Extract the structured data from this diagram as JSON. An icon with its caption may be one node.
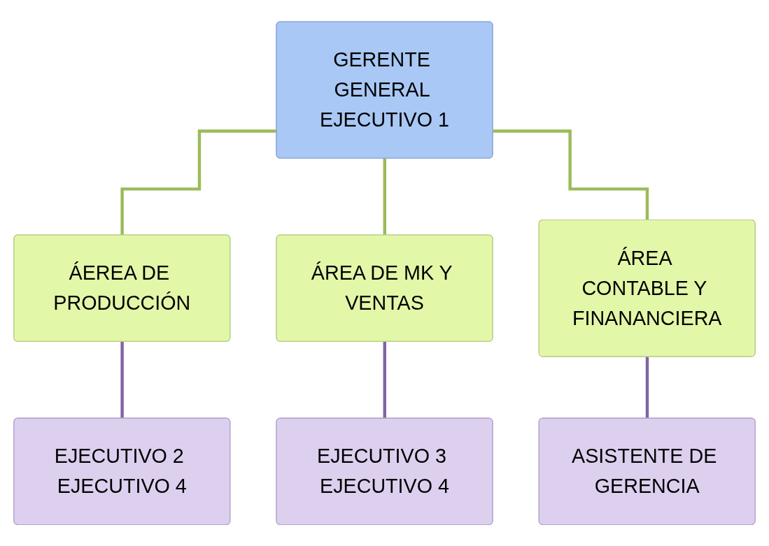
{
  "diagram": {
    "nodes": [
      {
        "text": [
          "GERENTE GENERAL EJECUTIVO 1"
        ]
      },
      {
        "text": [
          "ÁEREA DE PRODUCCIÓN"
        ]
      },
      {
        "text": [
          "ÁREA DE MK Y VENTAS"
        ]
      },
      {
        "text": [
          "ÁREA CONTABLE Y FINANANCIERA"
        ]
      },
      {
        "text": [
          "EJECUTIVO 2 EJECUTIVO 4"
        ]
      },
      {
        "text": [
          "EJECUTIVO 3 EJECUTIVO 4"
        ]
      },
      {
        "text": [
          "ASISTENTE DE GERENCIA"
        ]
      }
    ],
    "edges": [
      {
        "from": 0,
        "to": 1,
        "arrow": "none",
        "color": "#9bbb59"
      },
      {
        "from": 0,
        "to": 2,
        "arrow": "none",
        "color": "#9bbb59"
      },
      {
        "from": 0,
        "to": 3,
        "arrow": "none",
        "color": "#9bbb59"
      },
      {
        "from": 1,
        "to": 4,
        "arrow": "none",
        "color": "#8064a2"
      },
      {
        "from": 2,
        "to": 5,
        "arrow": "none",
        "color": "#8064a2"
      },
      {
        "from": 3,
        "to": 6,
        "arrow": "none",
        "color": "#8064a2"
      }
    ]
  }
}
